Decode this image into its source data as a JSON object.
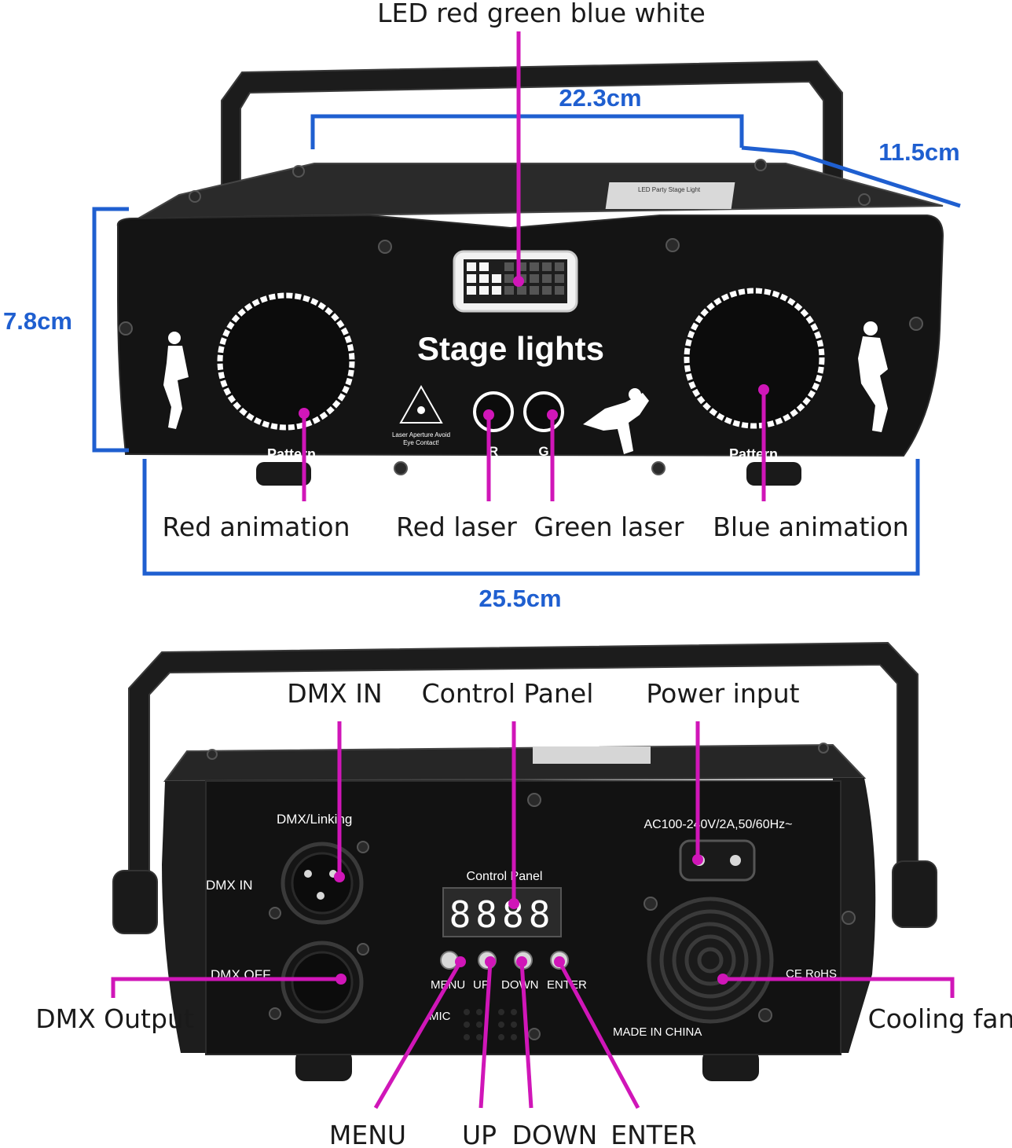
{
  "colors": {
    "dimension": "#1f5fd0",
    "callout": "#d016b8",
    "device_body": "#141414",
    "text": "#1a1a1a"
  },
  "front_view": {
    "callouts": {
      "led": "LED red green blue white",
      "red_animation": "Red animation",
      "red_laser": "Red laser",
      "green_laser": "Green laser",
      "blue_animation": "Blue animation"
    },
    "dimensions": {
      "top_width": "22.3cm",
      "depth": "11.5cm",
      "height": "7.8cm",
      "front_width": "25.5cm"
    },
    "panel_text": {
      "title": "Stage lights",
      "pattern_left": "Pattern",
      "pattern_right": "Pattern",
      "laser_warning_1": "Laser Aperture Avoid",
      "laser_warning_2": "Eye Contact!",
      "aperture_r": "R",
      "aperture_g": "G",
      "sticker_title": "LED Party Stage Light"
    }
  },
  "back_view": {
    "callouts": {
      "dmx_in": "DMX IN",
      "control_panel": "Control Panel",
      "power_input": "Power input",
      "dmx_output": "DMX Output",
      "cooling_fan": "Cooling fan",
      "menu": "MENU",
      "up": "UP",
      "down": "DOWN",
      "enter": "ENTER"
    },
    "panel_text": {
      "dmx_linking": "DMX/Linking",
      "dmx_in": "DMX  IN",
      "dmx_off": "DMX  OFF",
      "control_panel": "Control Panel",
      "display": "8888",
      "btn_menu": "MENU",
      "btn_up": "UP",
      "btn_down": "DOWN",
      "btn_enter": "ENTER",
      "mic": "MIC",
      "power_rating": "AC100-240V/2A,50/60Hz~",
      "certification": "CE RoHS",
      "made_in": "MADE IN CHINA"
    }
  }
}
